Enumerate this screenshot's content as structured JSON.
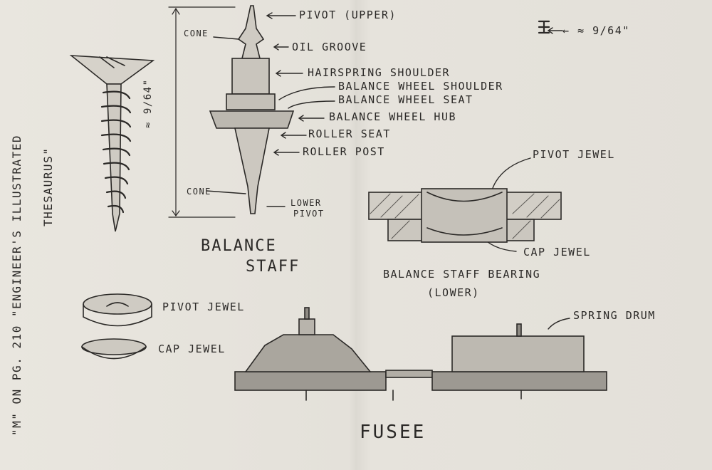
{
  "balance_staff": {
    "title_line1": "Balance",
    "title_line2": "Staff",
    "labels": {
      "pivot_upper": "Pivot (upper)",
      "oil_groove": "Oil groove",
      "hairspring_shoulder": "Hairspring shoulder",
      "balance_wheel_shoulder": "Balance wheel shoulder",
      "balance_wheel_seat": "Balance wheel seat",
      "balance_wheel_hub": "Balance wheel hub",
      "roller_seat": "Roller seat",
      "roller_post": "Roller post",
      "cone_upper": "Cone",
      "cone_lower": "Cone",
      "lower_pivot_line1": "Lower",
      "lower_pivot_line2": "Pivot"
    }
  },
  "screw": {
    "dimension": "≈ 9/64\""
  },
  "scale_note": "← ≈ 9/64\"",
  "bearing": {
    "title_line1": "Balance staff bearing",
    "title_line2": "(lower)",
    "pivot_jewel": "Pivot jewel",
    "cap_jewel": "Cap jewel"
  },
  "jewels": {
    "pivot_jewel": "Pivot jewel",
    "cap_jewel": "Cap jewel"
  },
  "fusee": {
    "title": "Fusee",
    "spring_drum": "Spring drum"
  },
  "side_note": {
    "line1": "\"M\" on pg. 210 \"Engineer's Illustrated",
    "line2": "Thesaurus\""
  }
}
